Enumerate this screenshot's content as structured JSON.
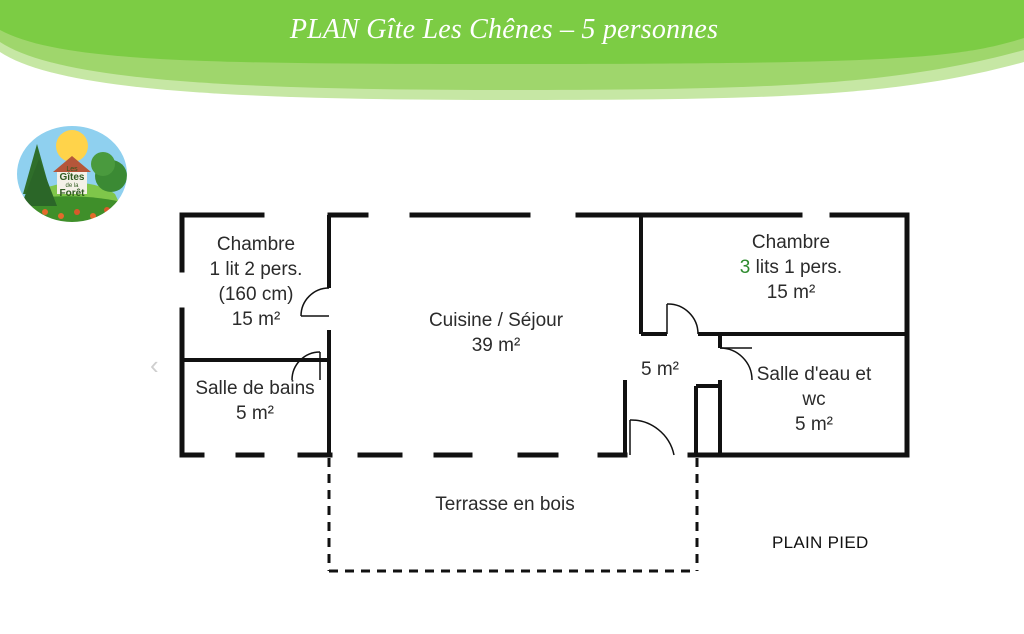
{
  "header": {
    "title": "PLAN Gîte Les Chênes – 5 personnes",
    "band_color": "#7ccc44",
    "band_light": "#bfe39a"
  },
  "logo": {
    "text_line1": "Les",
    "text_line2": "Gîtes",
    "text_line3": "de la",
    "text_line4": "Forêt"
  },
  "rooms": {
    "chambre1": {
      "line1": "Chambre",
      "line2": "1 lit 2 pers.",
      "line3": "(160 cm)",
      "line4": "15 m²"
    },
    "salle_bains": {
      "line1": "Salle de bains",
      "line2": "5 m²"
    },
    "sejour": {
      "line1": "Cuisine / Séjour",
      "line2": "39 m²"
    },
    "entree": {
      "line1": "5 m²"
    },
    "chambre2": {
      "line1": "Chambre",
      "line2_digit": "3",
      "line2_rest": " lits 1 pers.",
      "line3": "15 m²"
    },
    "salle_eau": {
      "line1": "Salle d'eau et",
      "line2": "wc",
      "line3": "5 m²"
    },
    "terrasse": {
      "line1": "Terrasse en bois"
    }
  },
  "footer_label": "PLAIN PIED",
  "nav": {
    "prev_arrow": "‹"
  },
  "colors": {
    "wall": "#111111",
    "text": "#2b2b2b"
  }
}
